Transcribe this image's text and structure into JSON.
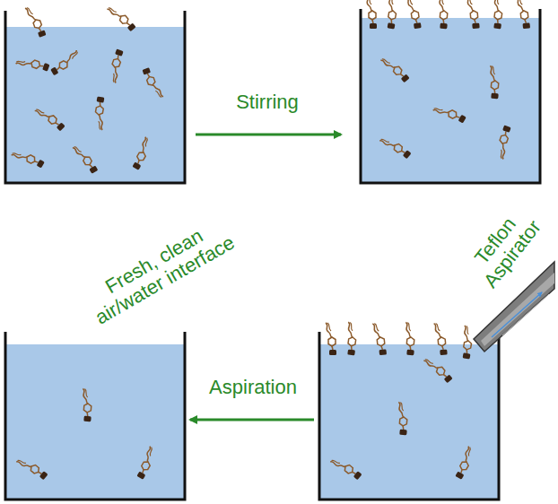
{
  "diagram": {
    "labels": [
      "Stirring",
      "Fresh, clean air/water interface",
      "Teflon Aspirator",
      "Aspiration"
    ]
  }
}
